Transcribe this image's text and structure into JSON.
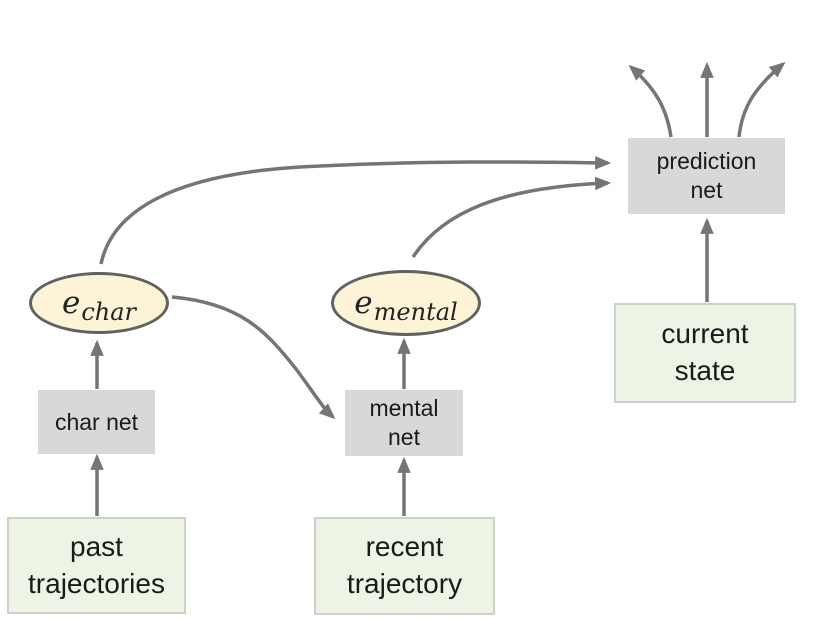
{
  "diagram": {
    "type": "architecture-flow-diagram",
    "background": "#ffffff",
    "colors": {
      "arrow": "#757575",
      "net_box_fill": "#d8d8d8",
      "input_box_fill": "#edf4e5",
      "input_box_border": "#ccd1ca",
      "embedding_fill": "#fdf3d6",
      "embedding_border": "#616161",
      "text": "#1a1a1a"
    },
    "boxes": {
      "char_net": {
        "label": "char net"
      },
      "mental_net": {
        "line1": "mental",
        "line2": "net"
      },
      "prediction_net": {
        "line1": "prediction",
        "line2": "net"
      },
      "current_state": {
        "line1": "current",
        "line2": "state"
      },
      "past_trajectories": {
        "line1": "past",
        "line2": "trajectories"
      },
      "recent_trajectory": {
        "line1": "recent",
        "line2": "trajectory"
      }
    },
    "embeddings": {
      "e_char": {
        "base": "e",
        "subscript": "char"
      },
      "e_mental": {
        "base": "e",
        "subscript": "mental"
      }
    },
    "edges": [
      {
        "from": "past trajectories",
        "to": "char net"
      },
      {
        "from": "char net",
        "to": "e_char"
      },
      {
        "from": "recent trajectory",
        "to": "mental net"
      },
      {
        "from": "mental net",
        "to": "e_mental"
      },
      {
        "from": "e_char",
        "to": "prediction net"
      },
      {
        "from": "e_char",
        "to": "mental net"
      },
      {
        "from": "e_mental",
        "to": "prediction net"
      },
      {
        "from": "current state",
        "to": "prediction net"
      },
      {
        "from": "prediction net",
        "to": "unlabeled output (left)"
      },
      {
        "from": "prediction net",
        "to": "unlabeled output (middle)"
      },
      {
        "from": "prediction net",
        "to": "unlabeled output (right)"
      }
    ]
  }
}
